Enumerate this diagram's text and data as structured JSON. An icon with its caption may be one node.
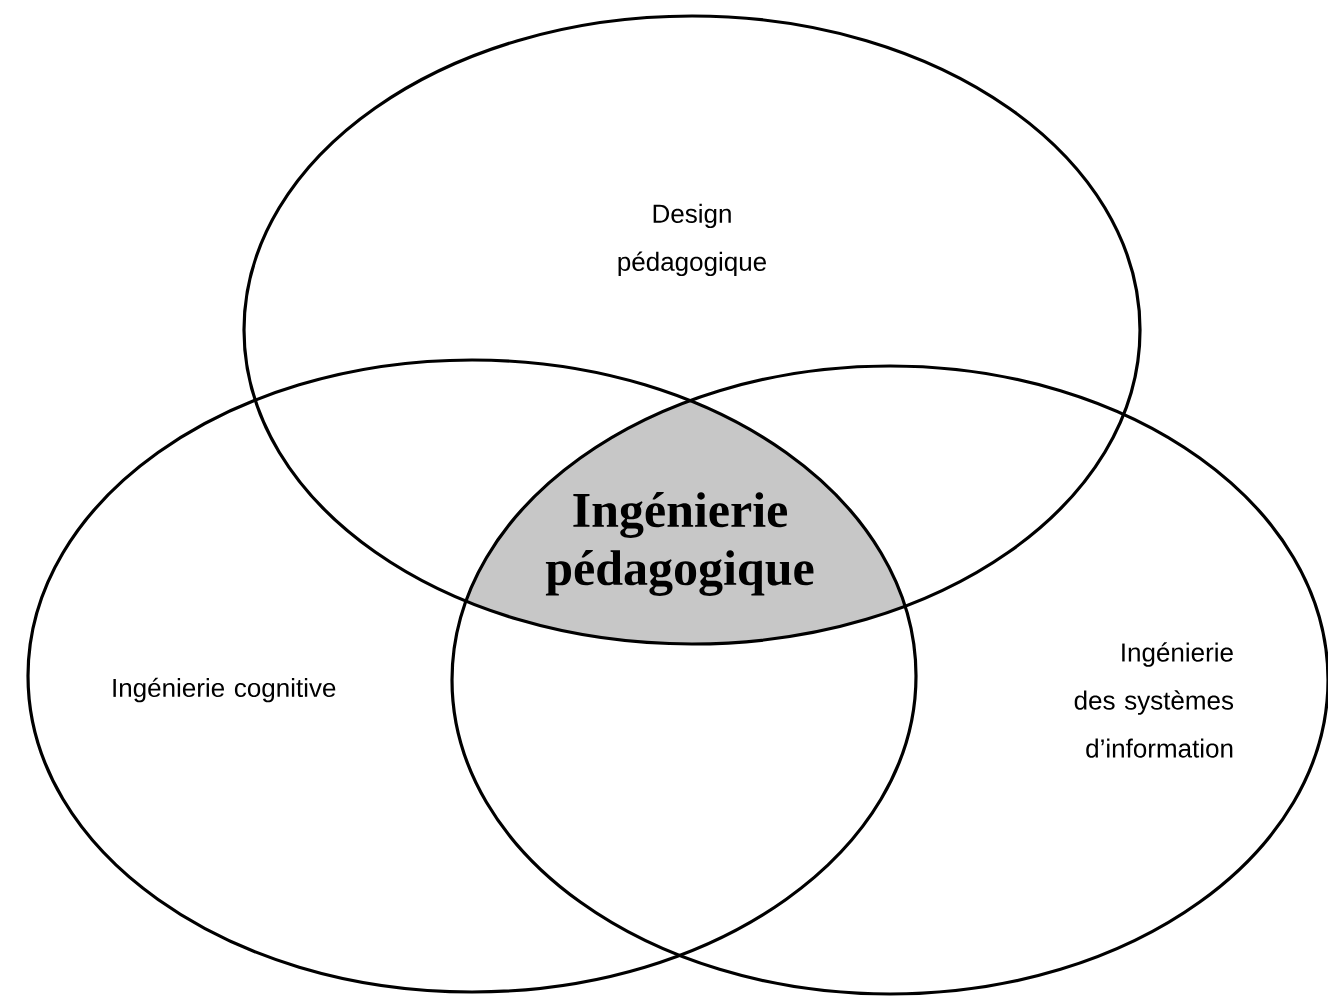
{
  "diagram": {
    "nodes": [
      {
        "text": [
          "Design pédagogique"
        ]
      },
      {
        "text": [
          "Ingénierie cognitive"
        ]
      },
      {
        "text": [
          "Ingénierie des systèmes d’information"
        ]
      }
    ],
    "labels": [
      "Ingénierie pédagogique"
    ]
  }
}
